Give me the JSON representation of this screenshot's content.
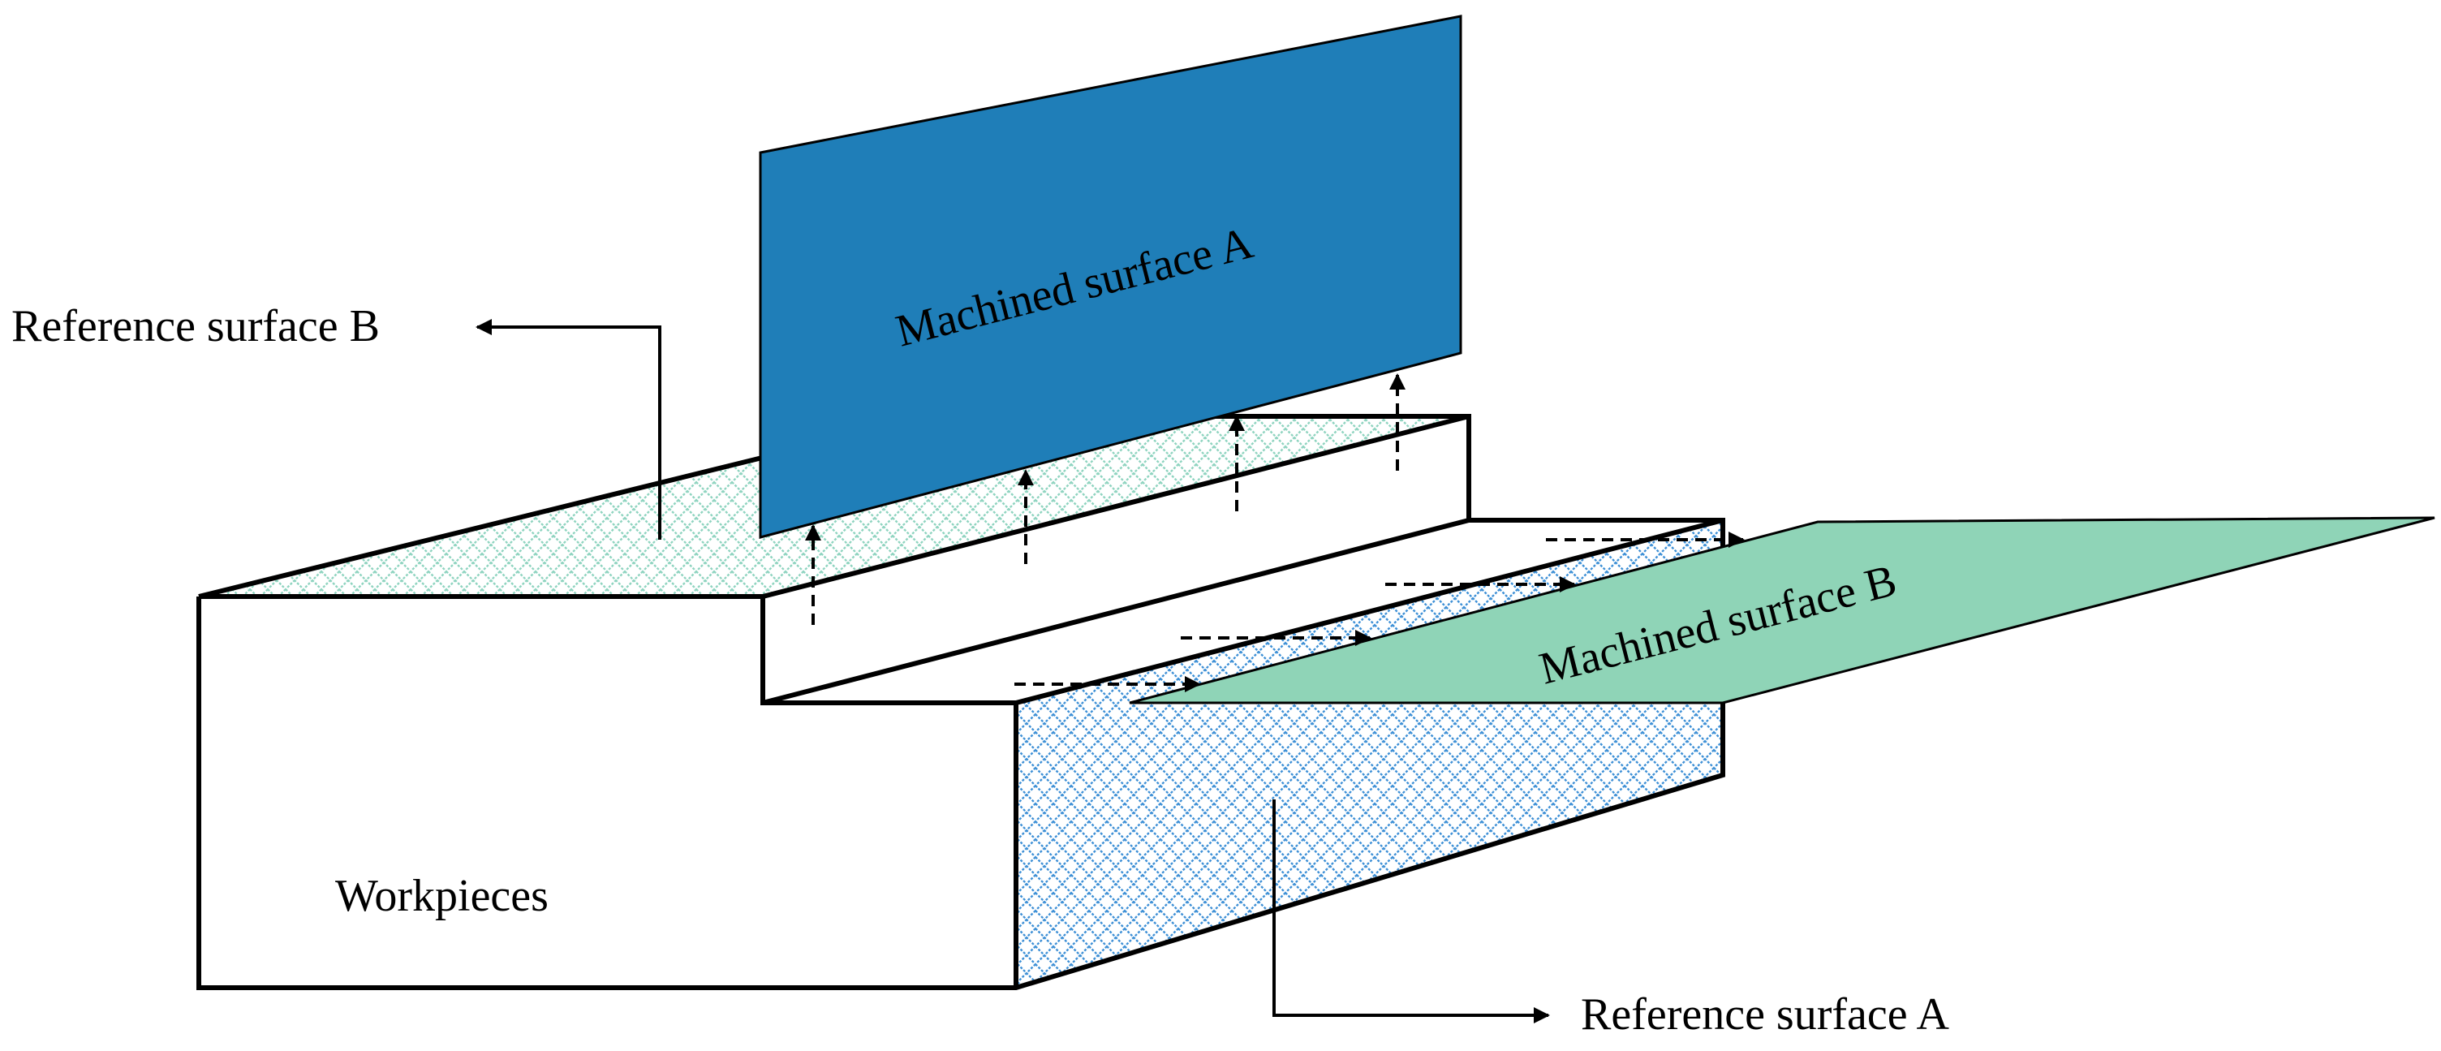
{
  "labels": {
    "machined_a": "Machined surface A",
    "machined_b": "Machined surface B",
    "reference_a": "Reference surface A",
    "reference_b": "Reference surface B",
    "workpieces": "Workpieces"
  },
  "colors": {
    "machined_a_fill": "#1f7eb8",
    "machined_b_fill": "#8fd4b7",
    "hatch_blue": "#3e90d6",
    "hatch_green": "#8fd4c0",
    "line": "#000000",
    "background": "#ffffff"
  }
}
